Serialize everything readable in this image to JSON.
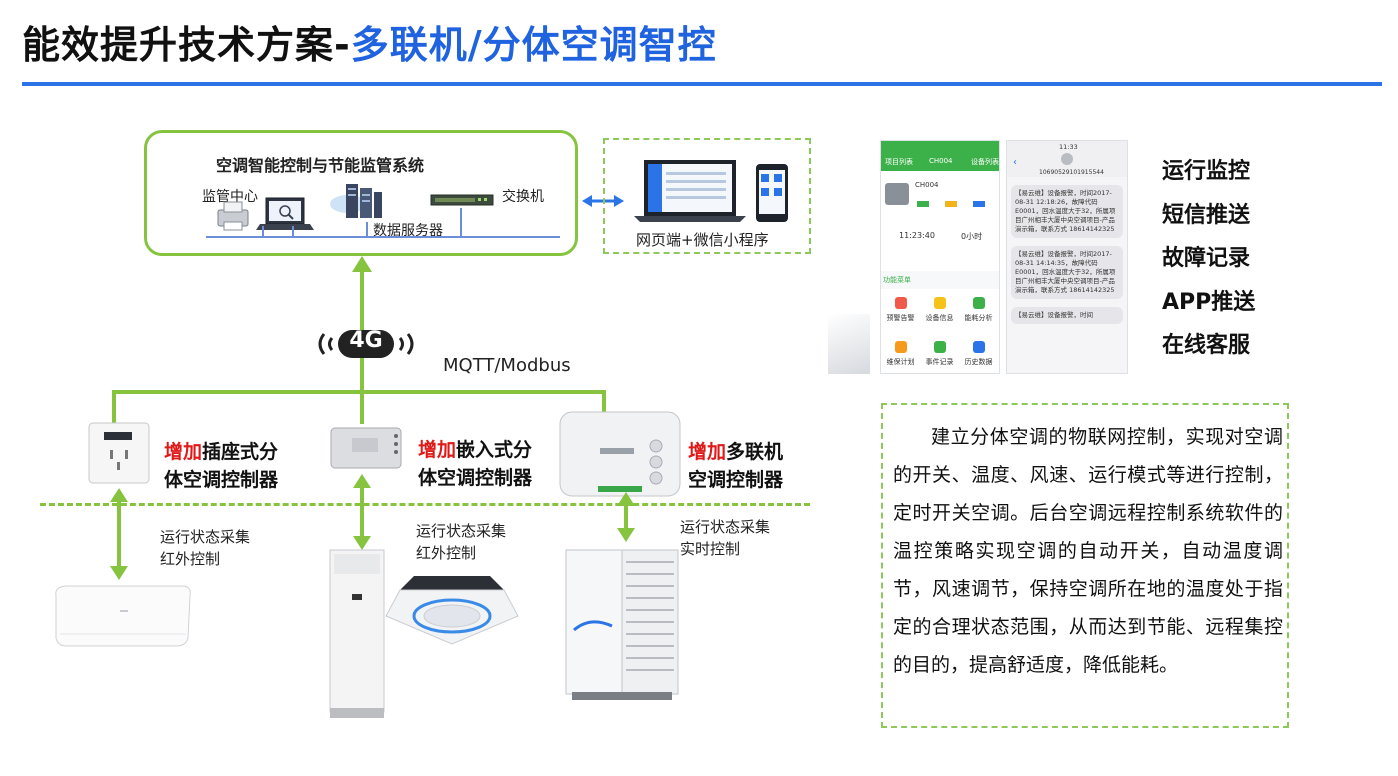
{
  "title": {
    "part1": "能效提升技术方案-",
    "part2": "多联机/分体空调智控"
  },
  "colors": {
    "accent_blue": "#1f63e0",
    "green": "#86c440",
    "highlight_red": "#e01818"
  },
  "system": {
    "title": "空调智能控制与节能监管系统",
    "monitor_center": "监管中心",
    "data_server": "数据服务器",
    "switch": "交换机",
    "web_client": "网页端+微信小程序"
  },
  "network": {
    "badge": "4G",
    "protocol": "MQTT/Modbus"
  },
  "controllers": [
    {
      "prefix": "增加",
      "line1": "插座式分",
      "line2": "体空调控制器",
      "icon": "socket-controller-icon"
    },
    {
      "prefix": "增加",
      "line1": "嵌入式分",
      "line2": "体空调控制器",
      "icon": "embedded-controller-icon"
    },
    {
      "prefix": "增加",
      "line1": "多联机",
      "line2": "空调控制器",
      "icon": "vrf-controller-icon"
    }
  ],
  "links": [
    {
      "line1": "运行状态采集",
      "line2": "红外控制"
    },
    {
      "line1": "运行状态采集",
      "line2": "红外控制"
    },
    {
      "line1": "运行状态采集",
      "line2": "实时控制"
    }
  ],
  "app_screens": {
    "left": {
      "header_back": "项目列表",
      "header_title": "CH004",
      "header_right": "设备列表",
      "device": "CH004",
      "time": "11:23:40",
      "hours": "0小时",
      "section": "功能菜单",
      "menu": [
        "预警告警",
        "设备信息",
        "能耗分析",
        "维保计划",
        "事件记录",
        "历史数据"
      ]
    },
    "right": {
      "status_time": "11:33",
      "phone": "10690529101915544",
      "messages": [
        "【易云维】设备报警，时间2017-08-31 12:18:26，故障代码E0001，回水温度大于32，所属项目广州相丰大厦中央空调项目-产品演示箱，联系方式 18614142325",
        "【易云维】设备报警，时间2017-08-31 14:14:35，故障代码E0001，回水温度大于32，所属项目广州相丰大厦中央空调项目-产品演示箱，联系方式 18614142325",
        "【易云维】设备报警，时间"
      ]
    }
  },
  "features": [
    "运行监控",
    "短信推送",
    "故障记录",
    "APP推送",
    "在线客服"
  ],
  "description": "建立分体空调的物联网控制，实现对空调的开关、温度、风速、运行模式等进行控制，定时开关空调。后台空调远程控制系统软件的温控策略实现空调的自动开关，自动温度调节，风速调节，保持空调所在地的温度处于指定的合理状态范围，从而达到节能、远程集控的目的，提高舒适度，降低能耗。"
}
